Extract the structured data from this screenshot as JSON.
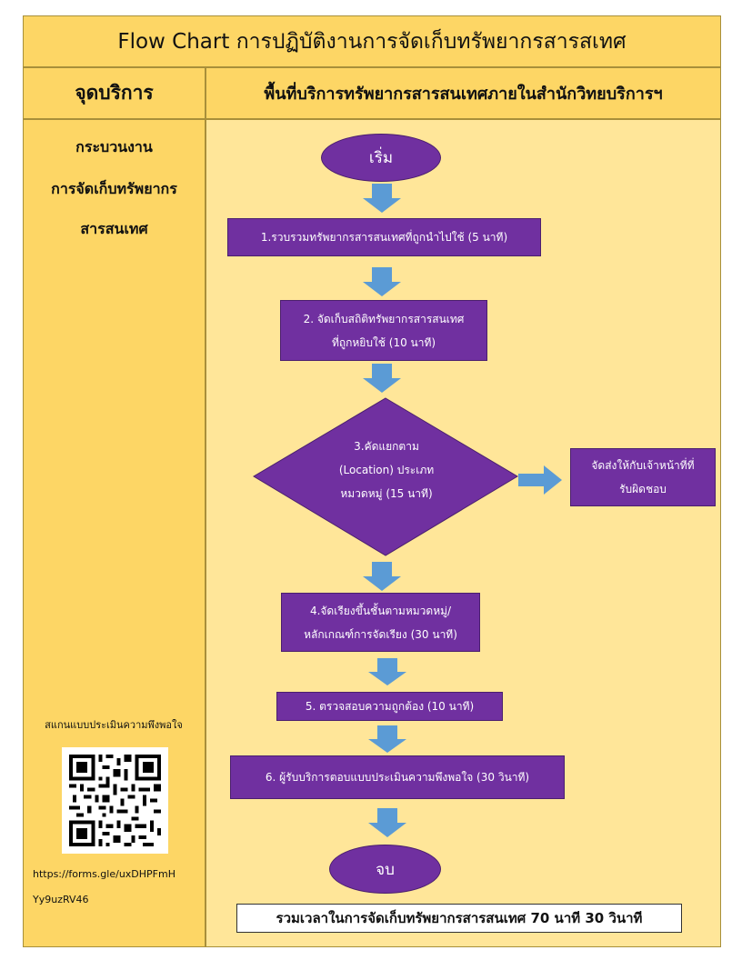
{
  "title": "Flow Chart การปฏิบัติงานการจัดเก็บทรัพยากรสารสเทศ",
  "header": {
    "left": "จุดบริการ",
    "right": "พื้นที่บริการทรัพยากรสารสนเทศภายในสำนักวิทยบริการฯ"
  },
  "process": {
    "line1": "กระบวนงาน",
    "line2": "การจัดเก็บทรัพยากร",
    "line3": "สารสนเทศ"
  },
  "survey": {
    "scan_text": "สแกนแบบประเมินความพึงพอใจ",
    "url_line1": "https://forms.gle/uxDHPFmH",
    "url_line2": "Yy9uzRV46"
  },
  "flow": {
    "start": "เริ่ม",
    "step1": "1.รวบรวมทรัพยากรสารสนเทศที่ถูกนำไปใช้ (5 นาที)",
    "step2_line1": "2. จัดเก็บสถิติทรัพยากรสารสนเทศ",
    "step2_line2": "ที่ถูกหยิบใช้ (10 นาที)",
    "step3_line1": "3.คัดแยกตาม",
    "step3_line2": "(Location) ประเภท",
    "step3_line3": "หมวดหมู่ (15 นาที)",
    "side_line1": "จัดส่งให้กับเจ้าหน้าที่ที่",
    "side_line2": "รับผิดชอบ",
    "step4_line1": "4.จัดเรียงขึ้นชั้นตามหมวดหมู่/",
    "step4_line2": "หลักเกณฑ์การจัดเรียง (30 นาที)",
    "step5": "5. ตรวจสอบความถูกต้อง (10 นาที)",
    "step6": "6. ผู้รับบริการตอบแบบประเมินความพึงพอใจ (30 วินาที)",
    "end": "จบ"
  },
  "total": "รวมเวลาในการจัดเก็บทรัพยากรสารสนเทศ 70 นาที 30 วินาที",
  "colors": {
    "header_bg": "#fdd665",
    "body_bg": "#ffe699",
    "shape_fill": "#7030a0",
    "arrow_fill": "#5b9bd5"
  }
}
